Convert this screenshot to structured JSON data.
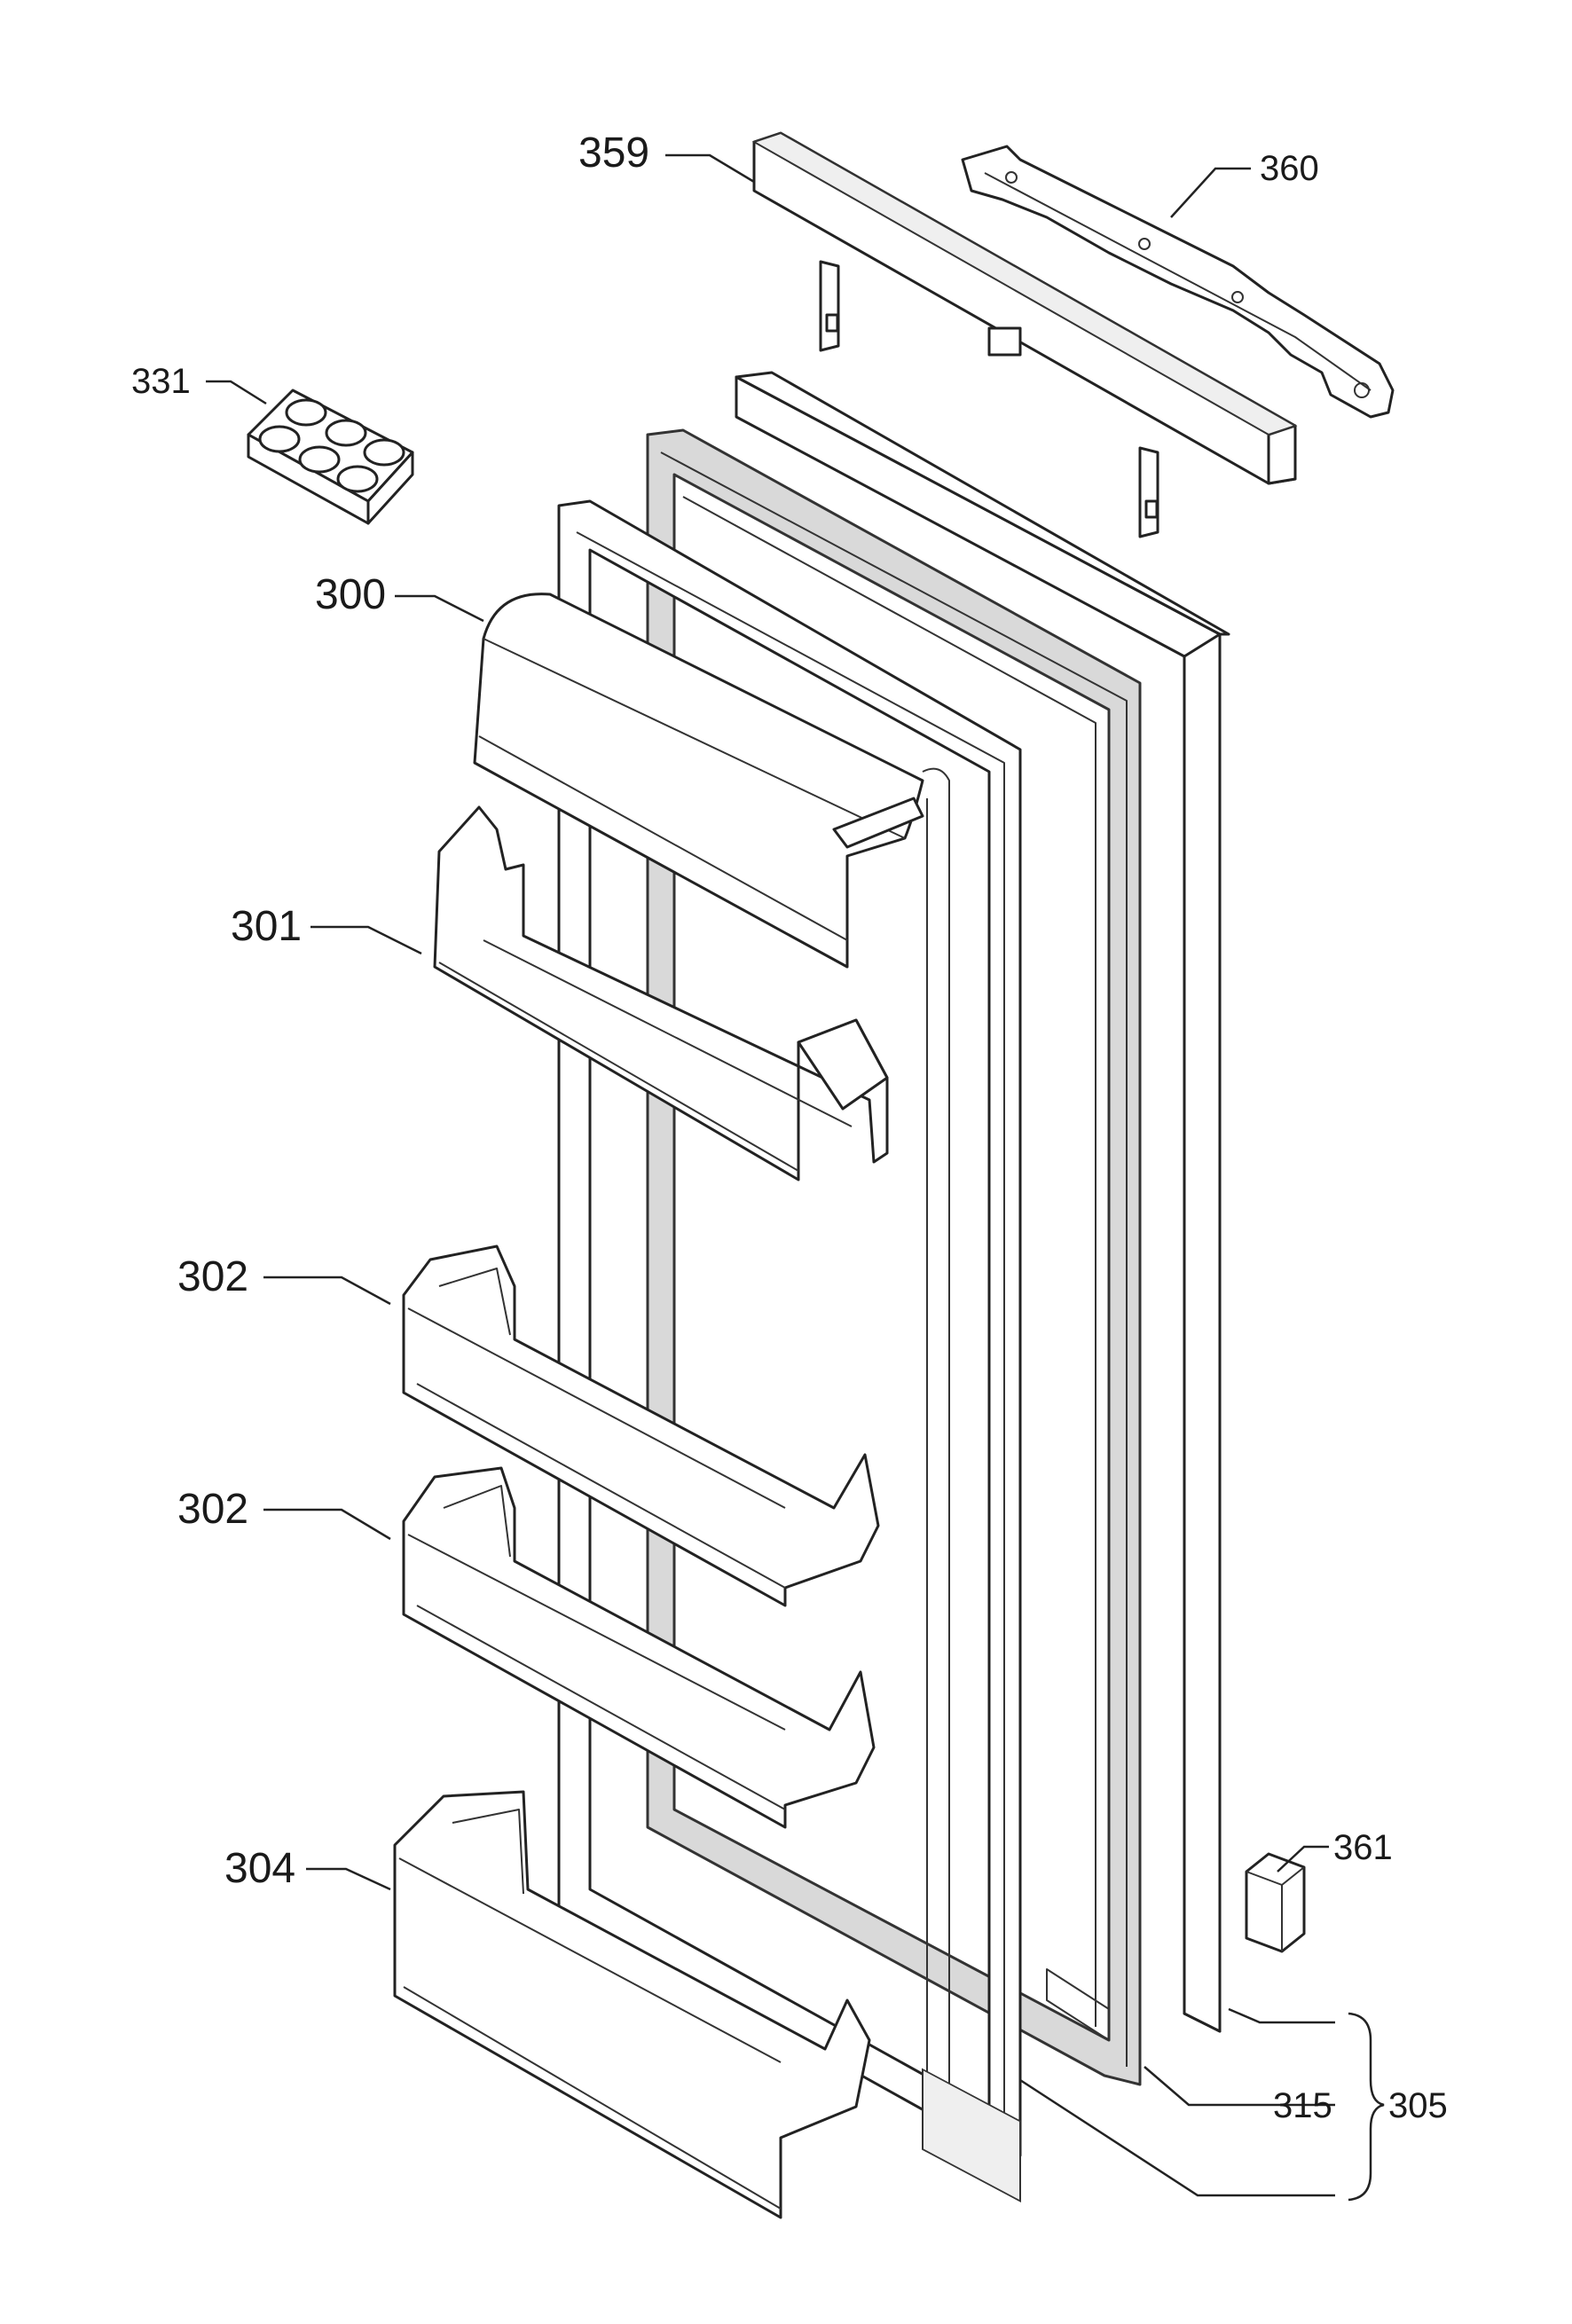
{
  "callouts": {
    "p359": "359",
    "p360": "360",
    "p331": "331",
    "p300": "300",
    "p301": "301",
    "p302a": "302",
    "p302b": "302",
    "p304": "304",
    "p361": "361",
    "p315": "315",
    "p305": "305"
  },
  "colors": {
    "line": "#222222",
    "gasket": "#d9d9d9",
    "background": "#ffffff"
  }
}
